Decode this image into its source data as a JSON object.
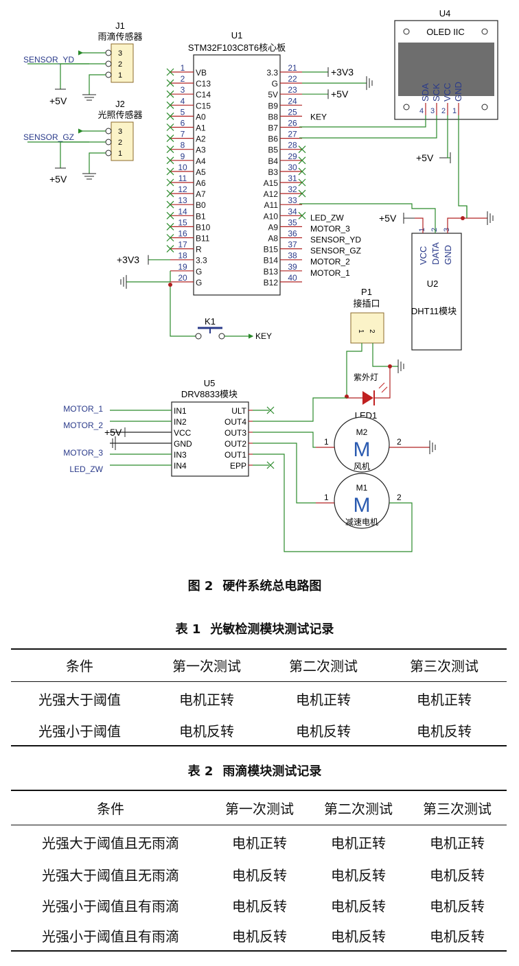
{
  "figure": {
    "caption_num": "图 2",
    "caption_text": "硬件系统总电路图",
    "u1": {
      "ref": "U1",
      "name": "STM32F103C8T6核心板",
      "left_pins": [
        {
          "num": "1",
          "name": "VB"
        },
        {
          "num": "2",
          "name": "C13"
        },
        {
          "num": "3",
          "name": "C14"
        },
        {
          "num": "4",
          "name": "C15"
        },
        {
          "num": "5",
          "name": "A0"
        },
        {
          "num": "6",
          "name": "A1"
        },
        {
          "num": "7",
          "name": "A2"
        },
        {
          "num": "8",
          "name": "A3"
        },
        {
          "num": "9",
          "name": "A4"
        },
        {
          "num": "10",
          "name": "A5"
        },
        {
          "num": "11",
          "name": "A6"
        },
        {
          "num": "12",
          "name": "A7"
        },
        {
          "num": "13",
          "name": "B0"
        },
        {
          "num": "14",
          "name": "B1"
        },
        {
          "num": "15",
          "name": "B10"
        },
        {
          "num": "16",
          "name": "B11"
        },
        {
          "num": "17",
          "name": "R"
        },
        {
          "num": "18",
          "name": "3.3"
        },
        {
          "num": "19",
          "name": "G"
        },
        {
          "num": "20",
          "name": "G"
        }
      ],
      "right_pins": [
        {
          "num": "21",
          "name": "3.3"
        },
        {
          "num": "22",
          "name": "G"
        },
        {
          "num": "23",
          "name": "5V"
        },
        {
          "num": "24",
          "name": "B9"
        },
        {
          "num": "25",
          "name": "B8"
        },
        {
          "num": "26",
          "name": "B7"
        },
        {
          "num": "27",
          "name": "B6"
        },
        {
          "num": "28",
          "name": "B5"
        },
        {
          "num": "29",
          "name": "B4"
        },
        {
          "num": "30",
          "name": "B3"
        },
        {
          "num": "31",
          "name": "A15"
        },
        {
          "num": "32",
          "name": "A12"
        },
        {
          "num": "33",
          "name": "A11"
        },
        {
          "num": "34",
          "name": "A10"
        },
        {
          "num": "35",
          "name": "A9"
        },
        {
          "num": "36",
          "name": "A8"
        },
        {
          "num": "37",
          "name": "B15"
        },
        {
          "num": "38",
          "name": "B14"
        },
        {
          "num": "39",
          "name": "B13"
        },
        {
          "num": "40",
          "name": "B12"
        }
      ],
      "right_nets": {
        "21": "+3V3",
        "23": "+5V",
        "25": "KEY",
        "34": "LED_ZW",
        "35": "MOTOR_3",
        "36": "SENSOR_YD",
        "37": "SENSOR_GZ",
        "38": "MOTOR_2",
        "39": "MOTOR_1"
      },
      "left_nets": {
        "18": "+3V3"
      }
    },
    "j1": {
      "ref": "J1",
      "name": "雨滴传感器",
      "net": "SENSOR_YD",
      "power": "+5V",
      "pins": [
        "3",
        "2",
        "1"
      ]
    },
    "j2": {
      "ref": "J2",
      "name": "光照传感器",
      "net": "SENSOR_GZ",
      "power": "+5V",
      "pins": [
        "3",
        "2",
        "1"
      ]
    },
    "u4": {
      "ref": "U4",
      "name": "OLED IIC",
      "pin_names": [
        "SDA",
        "SCK",
        "VCC",
        "GND"
      ],
      "pin_nums": [
        "4",
        "3",
        "2",
        "1"
      ],
      "power": "+5V"
    },
    "u2": {
      "ref": "U2",
      "name": "DHT11模块",
      "pin_names": [
        "VCC",
        "DATA",
        "GND"
      ],
      "pin_nums": [
        "1",
        "2",
        "3"
      ],
      "power": "+5V"
    },
    "k1": {
      "ref": "K1",
      "net": "KEY"
    },
    "p1": {
      "ref": "P1",
      "name": "接插口",
      "pins": [
        "1",
        "2"
      ]
    },
    "led1": {
      "ref": "LED1",
      "name": "紫外灯"
    },
    "m2": {
      "ref": "M2",
      "name": "风机",
      "symbol": "M",
      "pin1": "1",
      "pin2": "2"
    },
    "m1": {
      "ref": "M1",
      "name": "减速电机",
      "symbol": "M",
      "pin1": "1",
      "pin2": "2"
    },
    "u5": {
      "ref": "U5",
      "name": "DRV8833模块",
      "left_pins": [
        "IN1",
        "IN2",
        "VCC",
        "GND",
        "IN3",
        "IN4"
      ],
      "right_pins": [
        "ULT",
        "OUT4",
        "OUT3",
        "OUT2",
        "OUT1",
        "EPP"
      ],
      "left_nets": [
        "MOTOR_1",
        "MOTOR_2",
        "+5V",
        "",
        "MOTOR_3",
        "LED_ZW"
      ]
    }
  },
  "table1": {
    "caption_num": "表 1",
    "caption_text": "光敏检测模块测试记录",
    "headers": [
      "条件",
      "第一次测试",
      "第二次测试",
      "第三次测试"
    ],
    "rows": [
      [
        "光强大于阈值",
        "电机正转",
        "电机正转",
        "电机正转"
      ],
      [
        "光强小于阈值",
        "电机反转",
        "电机反转",
        "电机反转"
      ]
    ]
  },
  "table2": {
    "caption_num": "表 2",
    "caption_text": "雨滴模块测试记录",
    "headers": [
      "条件",
      "第一次测试",
      "第二次测试",
      "第三次测试"
    ],
    "rows": [
      [
        "光强大于阈值且无雨滴",
        "电机正转",
        "电机正转",
        "电机正转"
      ],
      [
        "光强大于阈值且无雨滴",
        "电机反转",
        "电机反转",
        "电机反转"
      ],
      [
        "光强小于阈值且有雨滴",
        "电机反转",
        "电机反转",
        "电机反转"
      ],
      [
        "光强小于阈值且有雨滴",
        "电机反转",
        "电机反转",
        "电机反转"
      ]
    ]
  }
}
